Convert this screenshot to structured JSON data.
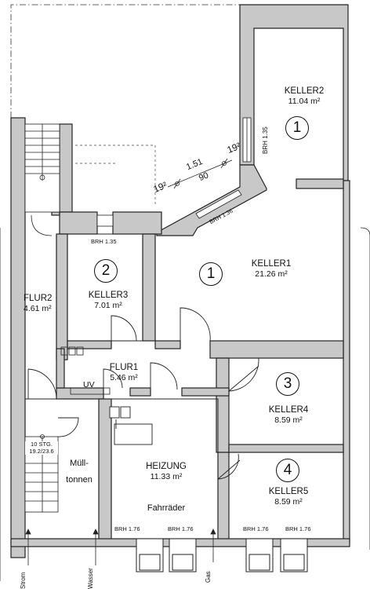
{
  "rooms": {
    "keller2": {
      "name": "KELLER2",
      "area": "11.04 m²",
      "number": "1"
    },
    "keller1": {
      "name": "KELLER1",
      "area": "21.26 m²",
      "number": "1"
    },
    "keller3": {
      "name": "KELLER3",
      "area": "7.01 m²",
      "number": "2"
    },
    "flur2": {
      "name": "FLUR2",
      "area": "4.61 m²"
    },
    "flur1": {
      "name": "FLUR1",
      "area": "5.46 m²"
    },
    "keller4": {
      "name": "KELLER4",
      "area": "8.59 m²",
      "number": "3"
    },
    "heizung": {
      "name": "HEIZUNG",
      "area": "11.33 m²",
      "extra": "Fahrräder"
    },
    "keller5": {
      "name": "KELLER5",
      "area": "8.59 m²",
      "number": "4"
    },
    "muell": {
      "line1": "Müll-",
      "line2": "tonnen"
    }
  },
  "labels": {
    "uv": "UV",
    "brh_135_a": "BRH 1.35",
    "brh_135_b": "BRH 1.35",
    "brh_136": "BRH 1.36",
    "brh_176": "BRH 1.76",
    "dim_151": "1.51",
    "dim_90": "90",
    "dim_19a": "19²",
    "dim_19b": "19²",
    "stairs_1": "10 STG.",
    "stairs_2": "19.2/23.6",
    "strom": "Strom",
    "wasser": "Wasser",
    "gas": "Gas"
  }
}
